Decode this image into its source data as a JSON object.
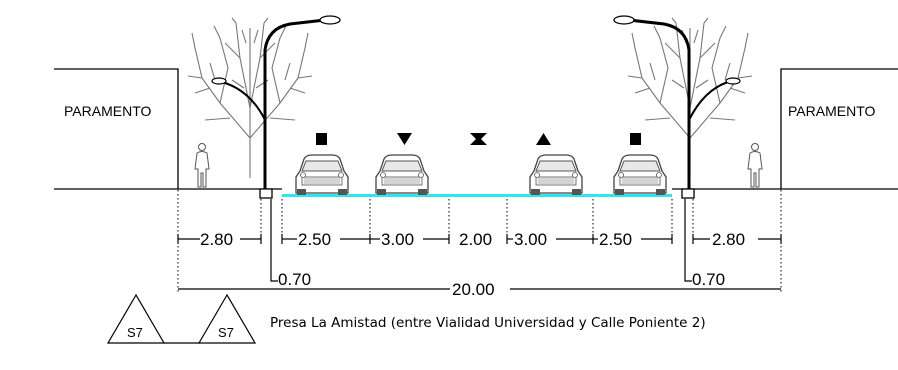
{
  "buildings": {
    "left_label": "PARAMENTO",
    "right_label": "PARAMENTO"
  },
  "dimensions": {
    "sidewalk_left": "2.80",
    "lane_left_outer": "2.50",
    "lane_left_inner": "3.00",
    "median": "2.00",
    "lane_right_inner": "3.00",
    "lane_right_outer": "2.50",
    "sidewalk_right": "2.80",
    "curb_left": "0.70",
    "curb_right": "0.70",
    "total": "20.00"
  },
  "section_tags": {
    "left": "S7",
    "right": "S7"
  },
  "caption": "Presa La Amistad (entre Vialidad Universidad y Calle Poniente 2)",
  "lane_markers": [
    "square",
    "triangle-down",
    "hourglass",
    "triangle-up",
    "square"
  ]
}
